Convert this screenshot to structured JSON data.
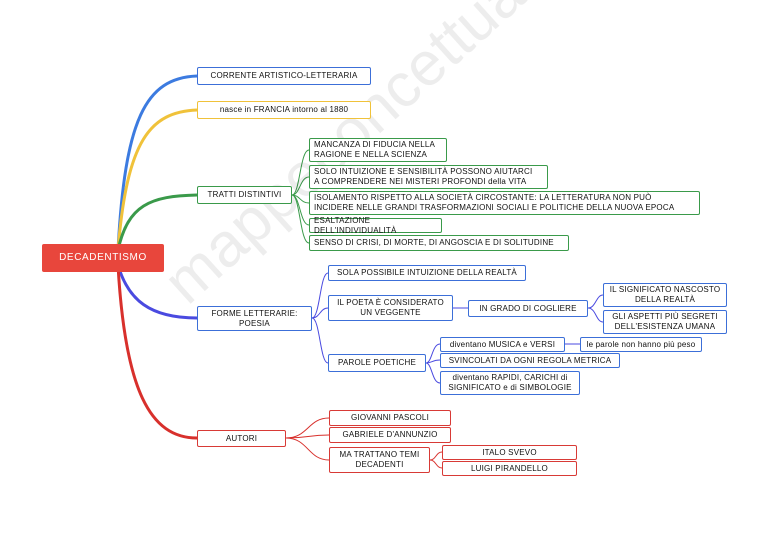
{
  "root": "DECADENTISMO",
  "watermark": "mappeconcettuali.org",
  "branches": {
    "corrente": "CORRENTE ARTISTICO-LETTERARIA",
    "nasce": "nasce in FRANCIA intorno al 1880",
    "tratti": "TRATTI DISTINTIVI",
    "forme": "FORME LETTERARIE:\nPOESIA",
    "autori": "AUTORI"
  },
  "tratti_items": [
    "MANCANZA DI FIDUCIA NELLA\nRAGIONE E NELLA SCIENZA",
    "SOLO INTUIZIONE E SENSIBILITÀ POSSONO AIUTARCI\nA COMPRENDERE NEI MISTERI PROFONDI della VITA",
    "ISOLAMENTO RISPETTO ALLA SOCIETÀ CIRCOSTANTE: LA LETTERATURA NON PUÒ\nINCIDERE NELLE GRANDI TRASFORMAZIONI SOCIALI E POLITICHE DELLA NUOVA EPOCA",
    "ESALTAZIONE DELL'INDIVIDUALITÀ",
    "SENSO DI CRISI, DI MORTE, DI ANGOSCIA E DI SOLITUDINE"
  ],
  "forme": {
    "intuizione": "SOLA POSSIBILE INTUIZIONE DELLA REALTÀ",
    "poeta": "IL POETA È CONSIDERATO\nUN VEGGENTE",
    "grado": "IN GRADO DI COGLIERE",
    "significato": "IL SIGNIFICATO NASCOSTO\nDELLA REALTÀ",
    "aspetti": "GLI ASPETTI PIÙ SEGRETI\nDELL'ESISTENZA UMANA",
    "parole": "PAROLE POETICHE",
    "musica": "diventano MUSICA e VERSI",
    "peso": "le parole non hanno più peso",
    "svincolati": "SVINCOLATI DA OGNI REGOLA METRICA",
    "rapidi": "diventano RAPIDI, CARICHI di\nSIGNIFICATO e di SIMBOLOGIE"
  },
  "autori": {
    "pascoli": "GIOVANNI PASCOLI",
    "dannunzio": "GABRIELE D'ANNUNZIO",
    "temi": "MA TRATTANO TEMI\nDECADENTI",
    "svevo": "ITALO SVEVO",
    "pirandello": "LUIGI PIRANDELLO"
  }
}
